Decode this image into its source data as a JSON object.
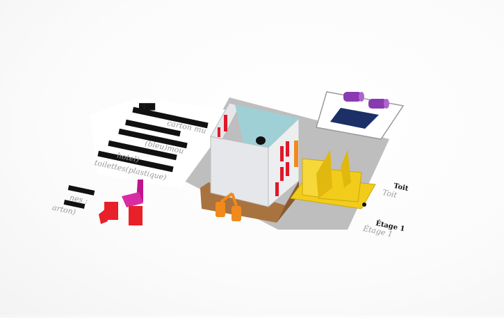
{
  "scene": {
    "title": "3D model preview",
    "background": "#fbfbfb"
  },
  "labels": {
    "left_block_lines": [
      "carton mu",
      "(bleu)mou",
      "hotel)",
      "toilettes(plastique)"
    ],
    "chair_block_lines": [
      "nes :",
      "arton)"
    ],
    "roof_bold": "Toit",
    "roof_sub": "Toit",
    "floor_bold": "Étage 1",
    "floor_sub": "Étage 1"
  },
  "colors": {
    "walls": "#e6e7ea",
    "inner_wall": "#9fd0d6",
    "windows": "#e0182a",
    "base": "#a9733f",
    "pipes": "#f08a1c",
    "roof_panels": "#f2cc1a",
    "bed_sheet": "#1c2f66",
    "pillows": "#8a3ab0",
    "chair": "#c0148c",
    "seats": "#e8202a",
    "shadow": "#a9a9a9"
  }
}
